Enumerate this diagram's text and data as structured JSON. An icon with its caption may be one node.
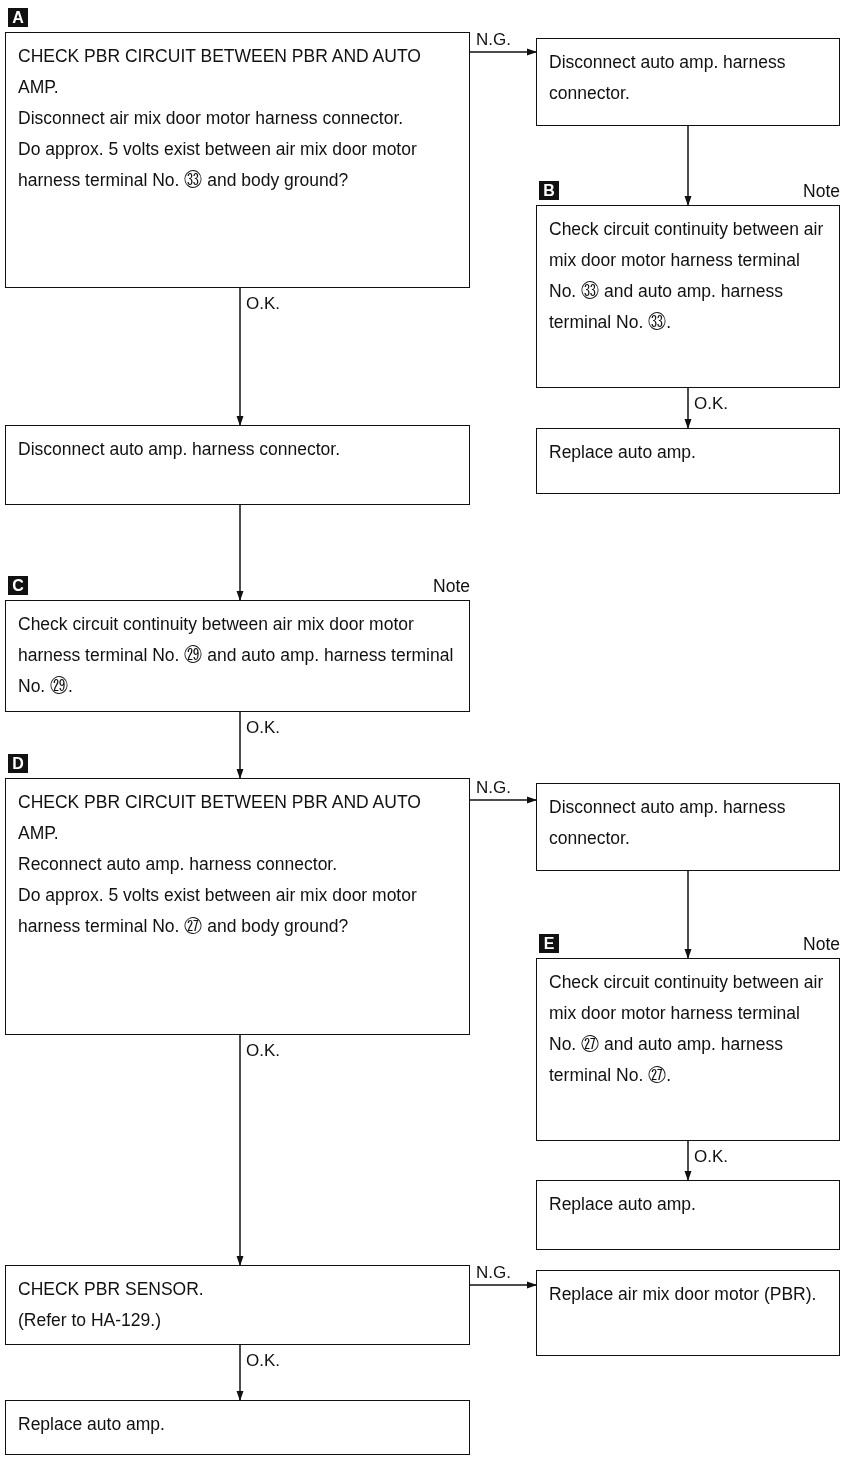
{
  "diagram": {
    "nodes": [
      {
        "text": [
          "CHECK PBR CIRCUIT BETWEEN PBR AND AUTO AMP.",
          "Disconnect air mix door motor harness connector.",
          "Do approx. 5 volts exist between air mix door motor harness terminal No. ㉝ and body ground?"
        ],
        "beside": [
          "A"
        ]
      },
      {
        "text": [
          "Disconnect auto amp. harness connector."
        ]
      },
      {
        "text": [
          "Check circuit continuity between air mix door motor harness terminal No. ㉝ and auto amp. harness terminal No. ㉝."
        ],
        "beside": [
          "B",
          "Note"
        ]
      },
      {
        "text": [
          "Replace auto amp."
        ]
      },
      {
        "text": [
          "Disconnect auto amp. harness connector."
        ]
      },
      {
        "text": [
          "Check circuit continuity between air mix door motor harness terminal No. ㉙ and auto amp. harness terminal No. ㉙."
        ],
        "beside": [
          "C",
          "Note"
        ]
      },
      {
        "text": [
          "CHECK PBR CIRCUIT BETWEEN PBR AND AUTO AMP.",
          "Reconnect auto amp. harness connector.",
          "Do approx. 5 volts exist between air mix door motor harness terminal No. ㉗ and body ground?"
        ],
        "beside": [
          "D"
        ]
      },
      {
        "text": [
          "Disconnect auto amp. harness connector."
        ]
      },
      {
        "text": [
          "Check circuit continuity between air mix door motor harness terminal No. ㉗ and auto amp. harness terminal No. ㉗."
        ],
        "beside": [
          "E",
          "Note"
        ]
      },
      {
        "text": [
          "Replace auto amp."
        ]
      },
      {
        "text": [
          "CHECK PBR SENSOR.",
          "(Refer to HA-129.)"
        ]
      },
      {
        "text": [
          "Replace air mix door motor (PBR)."
        ]
      },
      {
        "text": [
          "Replace auto amp."
        ]
      }
    ],
    "edges": [
      {
        "from": 0,
        "to": 1,
        "arrow": "to",
        "label": "N.G."
      },
      {
        "from": 1,
        "to": 2,
        "arrow": "to"
      },
      {
        "from": 2,
        "to": 3,
        "arrow": "to",
        "label": "O.K."
      },
      {
        "from": 0,
        "to": 4,
        "arrow": "to",
        "label": "O.K."
      },
      {
        "from": 4,
        "to": 5,
        "arrow": "to"
      },
      {
        "from": 5,
        "to": 6,
        "arrow": "to",
        "label": "O.K."
      },
      {
        "from": 6,
        "to": 7,
        "arrow": "to",
        "label": "N.G."
      },
      {
        "from": 7,
        "to": 8,
        "arrow": "to"
      },
      {
        "from": 8,
        "to": 9,
        "arrow": "to",
        "label": "O.K."
      },
      {
        "from": 6,
        "to": 10,
        "arrow": "to",
        "label": "O.K."
      },
      {
        "from": 10,
        "to": 11,
        "arrow": "to",
        "label": "N.G."
      },
      {
        "from": 10,
        "to": 12,
        "arrow": "to",
        "label": "O.K."
      }
    ]
  }
}
